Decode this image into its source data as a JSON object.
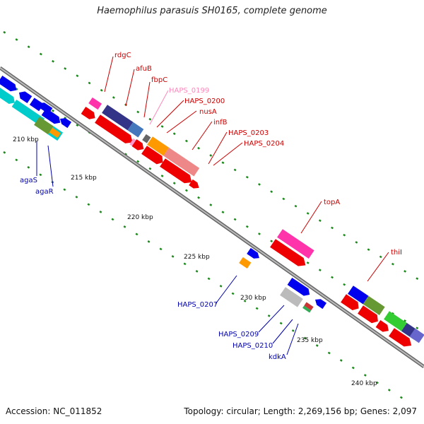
{
  "title": "Haemophilus parasuis SH0165, complete genome",
  "accession": "Accession: NC_011852",
  "stats": "Topology: circular; Length: 2,269,156 bp; Genes: 2,097",
  "ticks": [
    "210 kbp",
    "215 kbp",
    "220 kbp",
    "225 kbp",
    "230 kbp",
    "235 kbp",
    "240 kbp"
  ],
  "genes": {
    "rdgC": "rdgC",
    "afuB": "afuB",
    "fbpC": "fbpC",
    "HAPS_0199": "HAPS_0199",
    "HAPS_0200": "HAPS_0200",
    "nusA": "nusA",
    "infB": "infB",
    "HAPS_0203": "HAPS_0203",
    "HAPS_0204": "HAPS_0204",
    "topA": "topA",
    "thiI": "thiI",
    "agaS": "agaS",
    "agaR": "agaR",
    "HAPS_0207": "HAPS_0207",
    "HAPS_0209": "HAPS_0209",
    "HAPS_0210": "HAPS_0210",
    "kdkA": "kdkA"
  },
  "colors": {
    "forward_label": "#cc0000",
    "reverse_label": "#0000aa",
    "pseudo_label": "#ff88bb",
    "backbone": "#888888",
    "dots": "#1a8a1a"
  }
}
